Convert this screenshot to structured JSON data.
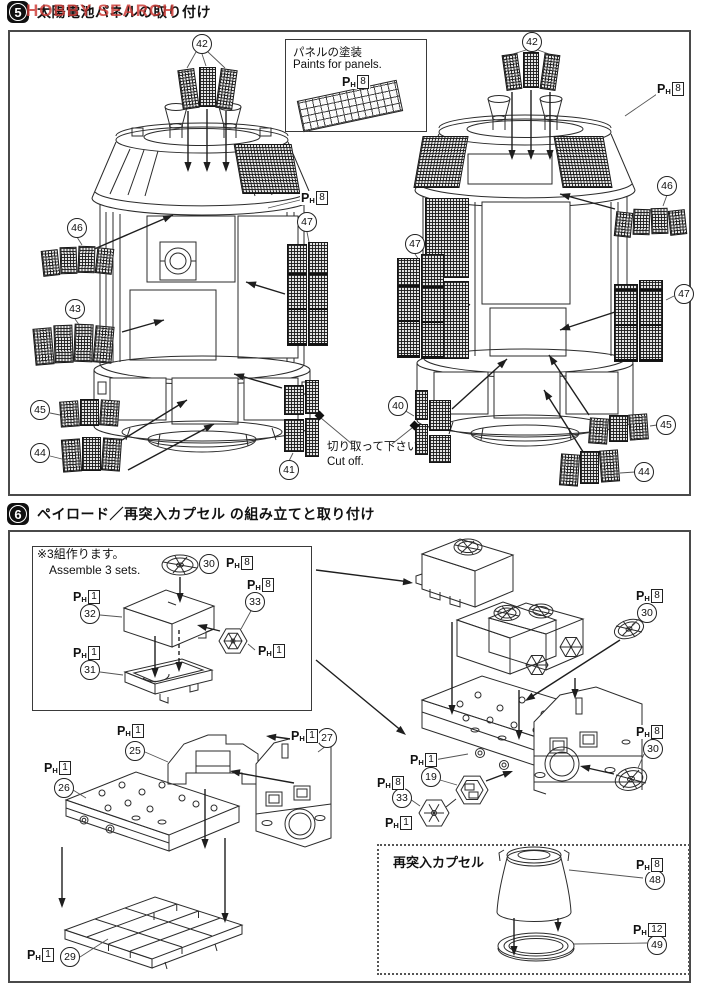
{
  "watermark": "HOBBY SEARCH",
  "steps": {
    "s5": {
      "num": "5",
      "title": "太陽電池パネルの取り付け"
    },
    "s6": {
      "num": "6",
      "title": "ペイロード／再突入カプセル の組み立てと取り付け"
    }
  },
  "paint_box": {
    "jp": "パネルの塗装",
    "en": "Paints for panels."
  },
  "cutoff": {
    "jp": "切り取って下さい",
    "en": "Cut off."
  },
  "assemble_note": {
    "jp": "※3組作ります。",
    "en": "Assemble 3 sets."
  },
  "capsule_box_title": "再突入カプセル",
  "paint": {
    "letter": "P",
    "sub": "H",
    "codes": {
      "c1": "1",
      "c8": "8",
      "c12": "12"
    }
  },
  "parts": {
    "p19": "19",
    "p25": "25",
    "p26": "26",
    "p27": "27",
    "p29": "29",
    "p30": "30",
    "p31": "31",
    "p32": "32",
    "p33": "33",
    "p40": "40",
    "p41": "41",
    "p42": "42",
    "p43": "43",
    "p44": "44",
    "p45": "45",
    "p46": "46",
    "p47": "47",
    "p48": "48",
    "p49": "49"
  }
}
